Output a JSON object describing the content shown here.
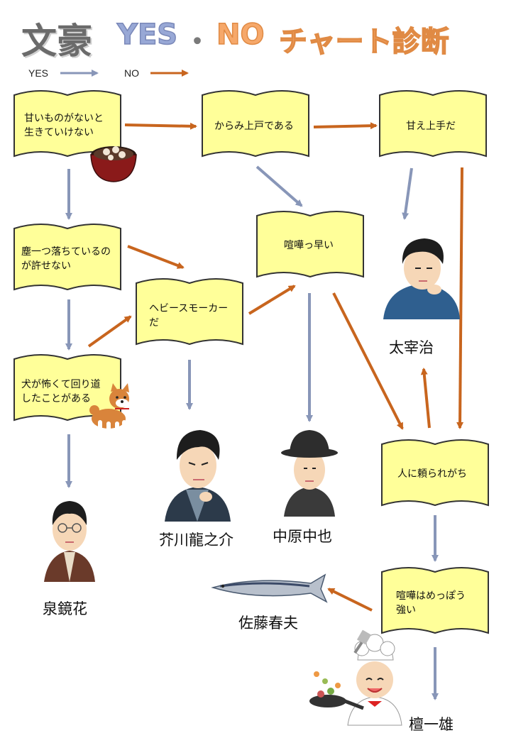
{
  "title": {
    "part1": "文豪",
    "part2": "YES",
    "part3": "・",
    "part4": "NO",
    "part5": "チャート診断"
  },
  "legend": {
    "yes_label": "YES",
    "no_label": "NO"
  },
  "colors": {
    "yes_arrow": "#8896b8",
    "no_arrow": "#c8651e",
    "book_fill": "#ffff99",
    "book_stroke": "#333333"
  },
  "questions": {
    "q1": {
      "line1": "甘いものがないと",
      "line2": "生きていけない"
    },
    "q2": {
      "line1": "からみ上戸である"
    },
    "q3": {
      "line1": "甘え上手だ"
    },
    "q4": {
      "line1": "塵一つ落ちているの",
      "line2": "が許せない"
    },
    "q5": {
      "line1": "喧嘩っ早い"
    },
    "q6": {
      "line1": "ヘビースモーカー",
      "line2": "だ"
    },
    "q7": {
      "line1": "犬が怖くて回り道",
      "line2": "したことがある"
    },
    "q8": {
      "line1": "人に頼られがち"
    },
    "q9": {
      "line1": "喧嘩はめっぽう",
      "line2": "強い"
    }
  },
  "results": {
    "dazai": "太宰治",
    "akutagawa": "芥川龍之介",
    "nakahara": "中原中也",
    "izumi": "泉鏡花",
    "sato": "佐藤春夫",
    "dan": "檀一雄"
  }
}
